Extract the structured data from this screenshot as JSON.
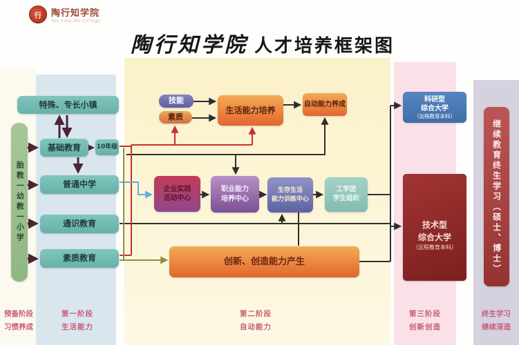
{
  "logo": {
    "name": "陶行知学院",
    "subtitle": "Tao Xing Zhi College"
  },
  "title": {
    "calligraphy": "陶行知学院",
    "rest": "人才培养框架图"
  },
  "left_bar": {
    "label": "胎教一幼教一小学"
  },
  "edu": {
    "special": "特殊、专长小镇",
    "basic": "基础教育",
    "grade10": "10年级",
    "middle": "普通中学",
    "general": "通识教育",
    "quality": "素质教育"
  },
  "top": {
    "skill": "技能",
    "quality": "素质",
    "life": "生活能力培养",
    "auto": "自动能力养成"
  },
  "mid": {
    "enterprise": [
      "企业实践",
      "活动中心"
    ],
    "vocational": [
      "职业能力",
      "培养中心"
    ],
    "survival": [
      "生存生活",
      "能力训练中心"
    ],
    "workstudy": [
      "工学团",
      "学生组织"
    ],
    "innovation": "创新、创造能力产生"
  },
  "right": {
    "research": [
      "科研型",
      "综合大学",
      "（远程教育本科）"
    ],
    "technical": [
      "技术型",
      "综合大学",
      "（远程教育本科）"
    ],
    "continuing": "继续教育终生学习（硕士、博士）"
  },
  "stages": [
    {
      "line1": "预备阶段",
      "line2": "习惯养成"
    },
    {
      "line1": "第一阶段",
      "line2": "生活能力"
    },
    {
      "line1": "第二阶段",
      "line2": "自动能力"
    },
    {
      "line1": "第三阶段",
      "line2": "创新创造"
    },
    {
      "line1": "终生学习",
      "line2": "继续深造"
    }
  ],
  "colors": {
    "band_blue": "#dae6ee",
    "band_yellow": "#fbf1c9",
    "band_pink": "#f9e1e7",
    "band_lavender": "#d6d1de",
    "teal_box": "#74bcb4",
    "orange_box": "#e2662e",
    "crimson_box": "#c23a58",
    "purple_box": "#7b4f96",
    "indigo_box": "#5f62a2",
    "blue_univ": "#4a7ab4",
    "dark_red_univ": "#8e2828",
    "red_bar": "#a84444",
    "stage_text": "#c4607a"
  }
}
